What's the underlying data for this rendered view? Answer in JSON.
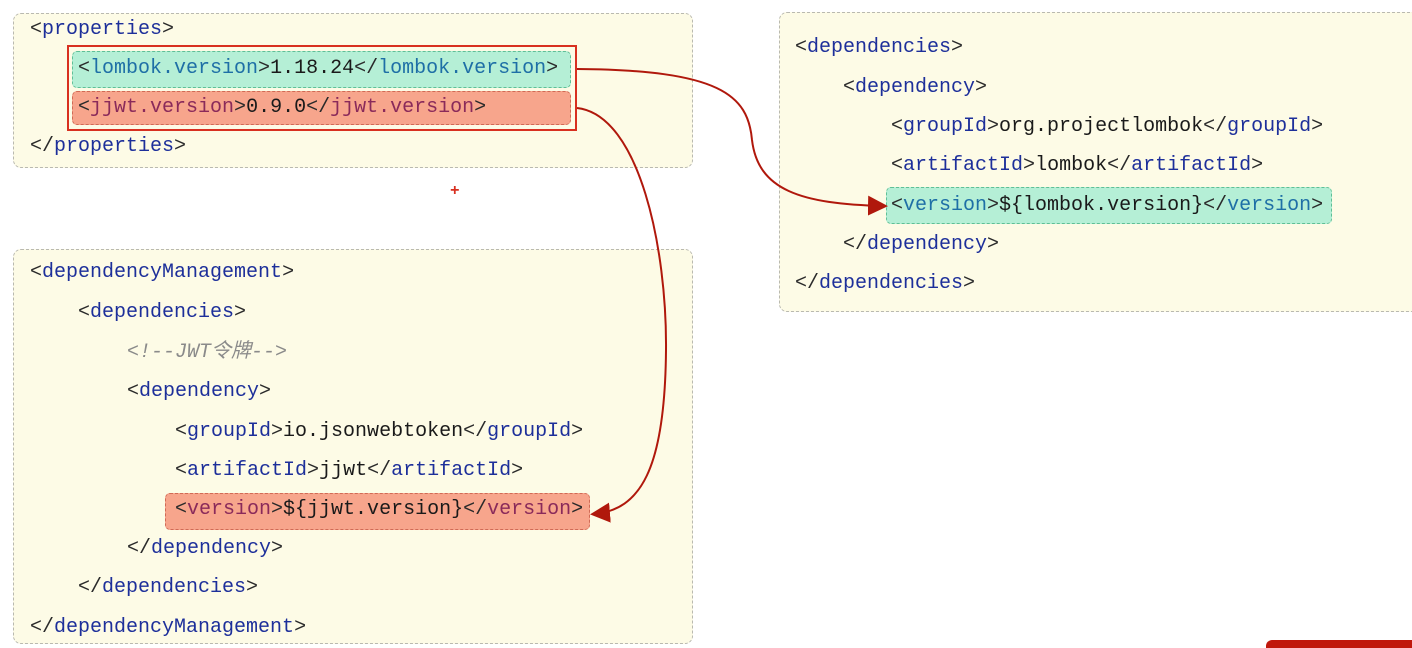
{
  "properties_panel": {
    "lines": [
      "<properties>",
      "<lombok.version>1.18.24</lombok.version>",
      "<jjwt.version>0.9.0</jjwt.version>",
      "</properties>"
    ]
  },
  "management_panel": {
    "lines": [
      "<dependencyManagement>",
      "<dependencies>",
      "<!--JWT令牌-->",
      "<dependency>",
      "<groupId>io.jsonwebtoken</groupId>",
      "<artifactId>jjwt</artifactId>",
      "<version>${jjwt.version}</version>",
      "</dependency>",
      "</dependencies>",
      "</dependencyManagement>"
    ]
  },
  "dependencies_panel": {
    "lines": [
      "<dependencies>",
      "<dependency>",
      "<groupId>org.projectlombok</groupId>",
      "<artifactId>lombok</artifactId>",
      "<version>${lombok.version}</version>",
      "</dependency>",
      "</dependencies>"
    ]
  },
  "decor": {
    "plus": "+"
  },
  "colors": {
    "arrow": "#b0180c",
    "highlight_green": "#b5efd6",
    "highlight_red": "#f7a58c",
    "tag": "#1d2f9a",
    "panel": "#fdfbe6"
  }
}
